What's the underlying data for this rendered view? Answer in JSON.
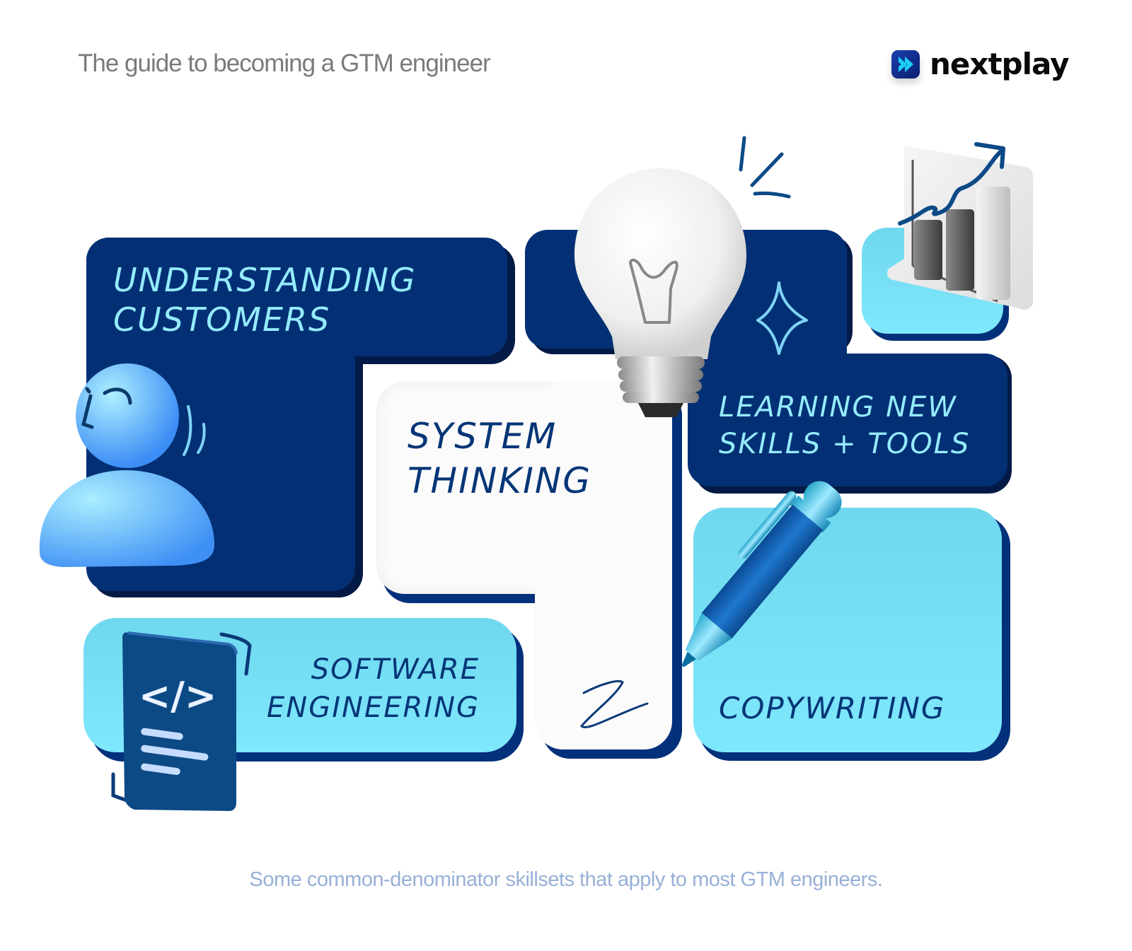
{
  "header": {
    "title": "The guide to becoming a GTM engineer",
    "logo": {
      "text": "nextplay",
      "icon": "nextplay-play-icon",
      "icon_color": "#1a3fb0",
      "arrow_color": "#1ad0f5"
    }
  },
  "cards": [
    {
      "id": "understanding-customers",
      "lines": [
        "UNDERSTANDING",
        "CUSTOMERS"
      ],
      "icon": "person-icon",
      "bg": "#033074",
      "text_color": "#95ebfd"
    },
    {
      "id": "system-thinking",
      "lines": [
        "SYSTEM",
        "THINKING"
      ],
      "icon": "lightbulb-icon",
      "bg": "#ffffff",
      "text_color": "#053577"
    },
    {
      "id": "learning-new-skills-tools",
      "lines": [
        "LEARNING NEW",
        "SKILLS + TOOLS"
      ],
      "icon": "growth-chart-icon",
      "bg": "#033074",
      "text_color": "#95ebfd"
    },
    {
      "id": "software-engineering",
      "lines": [
        "SOFTWARE",
        "ENGINEERING"
      ],
      "icon": "code-document-icon",
      "bg": "#7fe8fc",
      "text_color": "#053577"
    },
    {
      "id": "copywriting",
      "lines": [
        "COPYWRITING"
      ],
      "icon": "pen-icon",
      "bg": "#7fe8fc",
      "text_color": "#053577"
    }
  ],
  "code_symbol": "</>",
  "caption": "Some common-denominator skillsets that apply to most GTM engineers.",
  "colors": {
    "navy": "#033074",
    "navy_shadow": "#021a45",
    "cyan": "#7fe8fc",
    "title_gray": "#7a7a7a",
    "caption_blue": "#98b0d6"
  }
}
